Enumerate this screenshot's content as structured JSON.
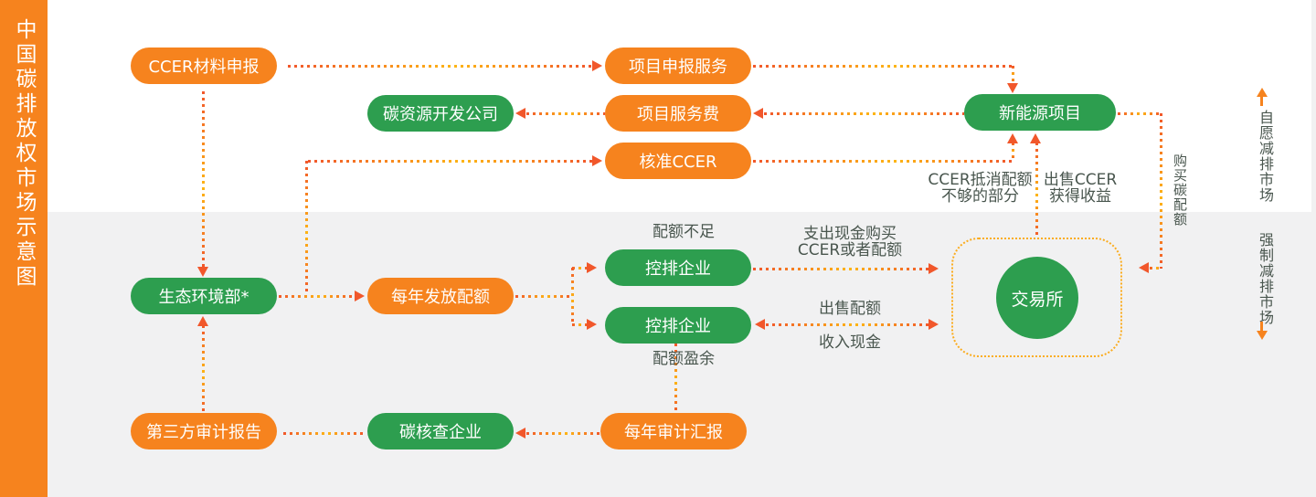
{
  "sidebar": {
    "title": "中国碳排放权市场示意图"
  },
  "markets": {
    "voluntary": {
      "label": "自愿减排市场"
    },
    "mandatory": {
      "label": "强制减排市场"
    }
  },
  "nodes": {
    "ccer_material": {
      "label": "CCER材料申报",
      "color": "orange"
    },
    "project_apply_service": {
      "label": "项目申报服务",
      "color": "orange"
    },
    "carbon_dev_company": {
      "label": "碳资源开发公司",
      "color": "green"
    },
    "project_service_fee": {
      "label": "项目服务费",
      "color": "orange"
    },
    "approved_ccer": {
      "label": "核准CCER",
      "color": "orange"
    },
    "new_energy_project": {
      "label": "新能源项目",
      "color": "green"
    },
    "ministry_ecology": {
      "label": "生态环境部*",
      "color": "green"
    },
    "annual_quota_issue": {
      "label": "每年发放配额",
      "color": "orange"
    },
    "emitter_quota_short": {
      "label": "控排企业",
      "color": "green"
    },
    "emitter_quota_surplus": {
      "label": "控排企业",
      "color": "green"
    },
    "exchange": {
      "label": "交易所",
      "color": "green"
    },
    "third_party_audit_report": {
      "label": "第三方审计报告",
      "color": "orange"
    },
    "carbon_verification_company": {
      "label": "碳核查企业",
      "color": "green"
    },
    "annual_audit_report": {
      "label": "每年审计汇报",
      "color": "orange"
    }
  },
  "edge_labels": {
    "quota_short": "配额不足",
    "quota_surplus": "配额盈余",
    "pay_cash": [
      "支出现金购买",
      "CCER或者配额"
    ],
    "sell_quota": "出售配额",
    "receive_cash": "收入现金",
    "ccer_offset": [
      "CCER抵消配额",
      "不够的部分"
    ],
    "sell_ccer": [
      "出售CCER",
      "获得收益"
    ],
    "buy_carbon_quota": "购买碳配额"
  },
  "colors": {
    "orange": "#F6831E",
    "green": "#2D9E4F",
    "arrow_red": "#F1572B",
    "dot_yellow": "#FDB515",
    "label_text": "#49564E",
    "section_bg": "#F1F1F2",
    "panel_white": "#FFFFFF",
    "dashed_box": "#FBAC1E"
  }
}
